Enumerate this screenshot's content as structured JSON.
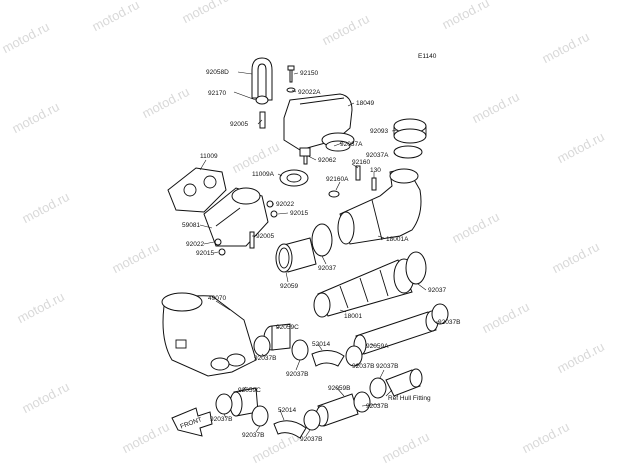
{
  "diagram": {
    "ref_code": "E1140",
    "watermark_text": "motod.ru",
    "labels": {
      "p92058D": "92058D",
      "p92150": "92150",
      "p92170": "92170",
      "p92022A": "92022A",
      "p18049": "18049",
      "p92005": "92005",
      "p92093": "92093",
      "p92037A_a": "92037A",
      "p92062": "92062",
      "p92037A_b": "92037A",
      "p11009": "11009",
      "p92160": "92160",
      "p11009A": "11009A",
      "p92160A": "92160A",
      "p130": "130",
      "p92022": "92022",
      "p92015_a": "92015",
      "p59081": "59081",
      "p92005_b": "92005",
      "p92022_b": "92022",
      "p92015_b": "92015",
      "p18001A": "18001A",
      "p92037_a": "92037",
      "p92059": "92059",
      "p92037_b": "92037",
      "p49070": "49070",
      "p18001": "18001",
      "p92037B_a": "92037B",
      "p92059C_a": "92059C",
      "p52014_a": "52014",
      "p92059A": "92059A",
      "p92037B_b": "92037B",
      "p92037B_c": "92037B",
      "p92037B_d": "92037B",
      "p92059C_b": "92059C",
      "p92059B": "92059B",
      "p52014_b": "52014",
      "p92037B_e": "92037B",
      "ref_hull": "Ref Hull Fitting",
      "p92037B_f": "92037B",
      "p92037B_g": "92037B",
      "p92037B_h": "92037B",
      "p92037B_i": "92037B",
      "front": "FRONT"
    }
  }
}
